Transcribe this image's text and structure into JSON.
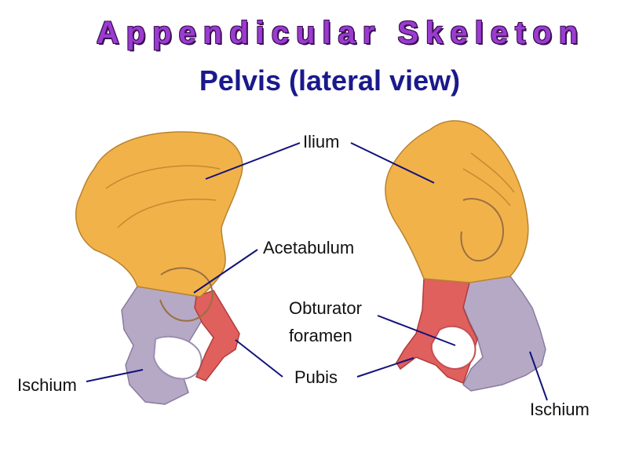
{
  "title": "Appendicular Skeleton",
  "subtitle": "Pelvis (lateral view)",
  "labels": {
    "ilium": "Ilium",
    "acetabulum": "Acetabulum",
    "obturator_line1": "Obturator",
    "obturator_line2": "foramen",
    "pubis": "Pubis",
    "ischium_left": "Ischium",
    "ischium_right": "Ischium"
  },
  "colors": {
    "title": "#9b3bd1",
    "subtitle": "#1a1a8c",
    "leader_line": "#12127a",
    "ilium": "#f2b24a",
    "ischium": "#b6a9c6",
    "pubis": "#e0605e"
  }
}
